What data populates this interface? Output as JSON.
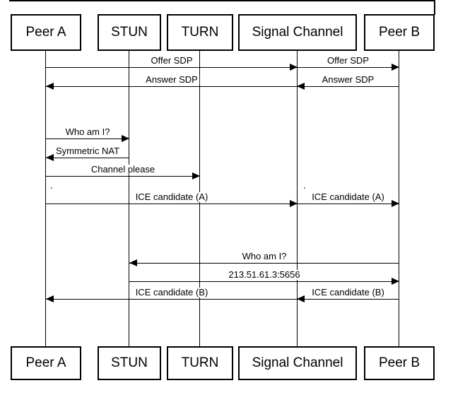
{
  "diagram_type": "sequence-diagram",
  "colors": {
    "background": "#ffffff",
    "line": "#000000",
    "text": "#000000"
  },
  "actors": [
    {
      "id": "peer-a",
      "label": "Peer A"
    },
    {
      "id": "stun",
      "label": "STUN"
    },
    {
      "id": "turn",
      "label": "TURN"
    },
    {
      "id": "signal-channel",
      "label": "Signal Channel"
    },
    {
      "id": "peer-b",
      "label": "Peer B"
    }
  ],
  "messages": [
    {
      "label": "Offer SDP",
      "from": "peer-a",
      "to": "signal-channel",
      "direction": "right"
    },
    {
      "label": "Offer SDP",
      "from": "signal-channel",
      "to": "peer-b",
      "direction": "right"
    },
    {
      "label": "Answer SDP",
      "from": "signal-channel",
      "to": "peer-a",
      "direction": "left"
    },
    {
      "label": "Answer SDP",
      "from": "peer-b",
      "to": "signal-channel",
      "direction": "left"
    },
    {
      "label": "Who am I?",
      "from": "peer-a",
      "to": "stun",
      "direction": "right"
    },
    {
      "label": "Symmetric NAT",
      "from": "stun",
      "to": "peer-a",
      "direction": "left"
    },
    {
      "label": "Channel please",
      "from": "peer-a",
      "to": "turn",
      "direction": "right"
    },
    {
      "label": "ICE candidate (A)",
      "from": "peer-a",
      "to": "signal-channel",
      "direction": "right"
    },
    {
      "label": "ICE candidate (A)",
      "from": "signal-channel",
      "to": "peer-b",
      "direction": "right"
    },
    {
      "label": "Who am I?",
      "from": "peer-b",
      "to": "stun",
      "direction": "left"
    },
    {
      "label": "213.51.61.3:5656",
      "from": "stun",
      "to": "peer-b",
      "direction": "right"
    },
    {
      "label": "ICE candidate (B)",
      "from": "signal-channel",
      "to": "peer-a",
      "direction": "left"
    },
    {
      "label": "ICE candidate (B)",
      "from": "peer-b",
      "to": "signal-channel",
      "direction": "left"
    }
  ],
  "artifacts": {
    "dot_left": ".",
    "dot_right": "."
  }
}
